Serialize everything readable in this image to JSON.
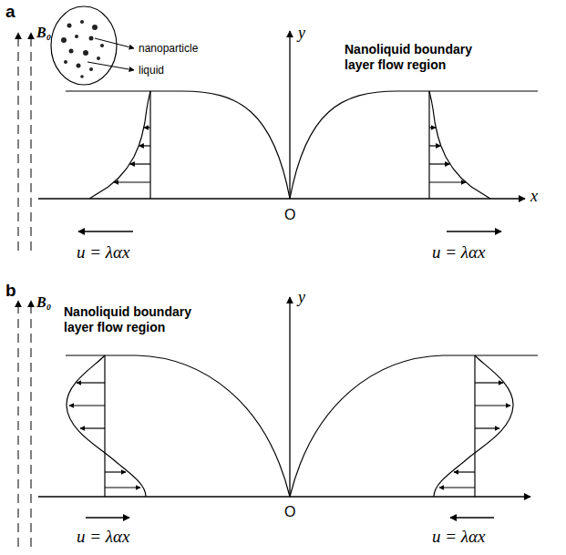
{
  "diagram": {
    "labels": [
      "a",
      "B₀",
      "y",
      "nanoparticle",
      "liquid",
      "Nanoliquid boundary layer flow region",
      "x",
      "O",
      "u = λαx",
      "u = λαx",
      "b",
      "B₀",
      "y",
      "Nanoliquid boundary layer flow region",
      "O",
      "u = λαx",
      "u = λαx"
    ]
  }
}
